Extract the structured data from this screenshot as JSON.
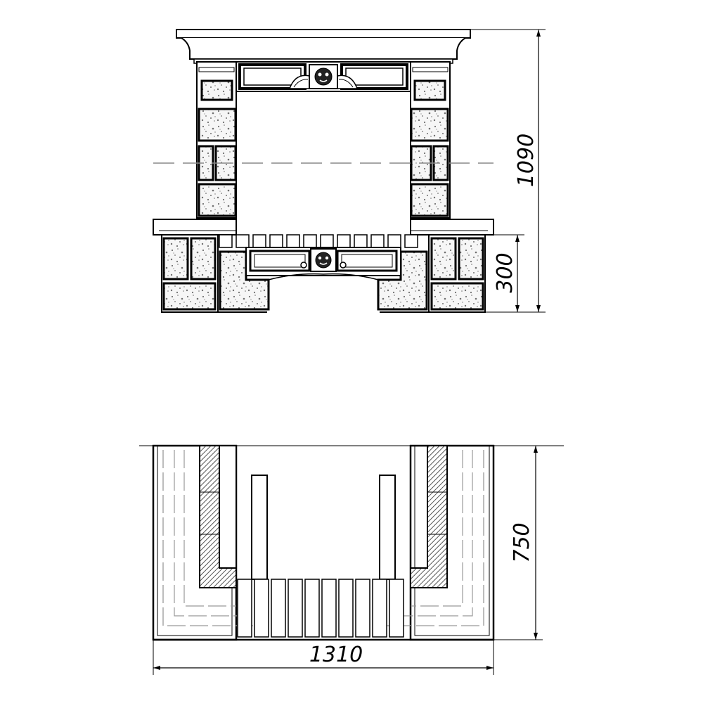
{
  "dimensions": {
    "total_height": "1090",
    "base_height": "300",
    "depth": "750",
    "width": "1310"
  },
  "colors": {
    "line": "#000000",
    "stone_fill": "#f6f6f6",
    "speckle": "#707070",
    "hatch": "#555555",
    "hidden_line": "#888888"
  },
  "views": [
    "front-elevation",
    "plan-view"
  ]
}
